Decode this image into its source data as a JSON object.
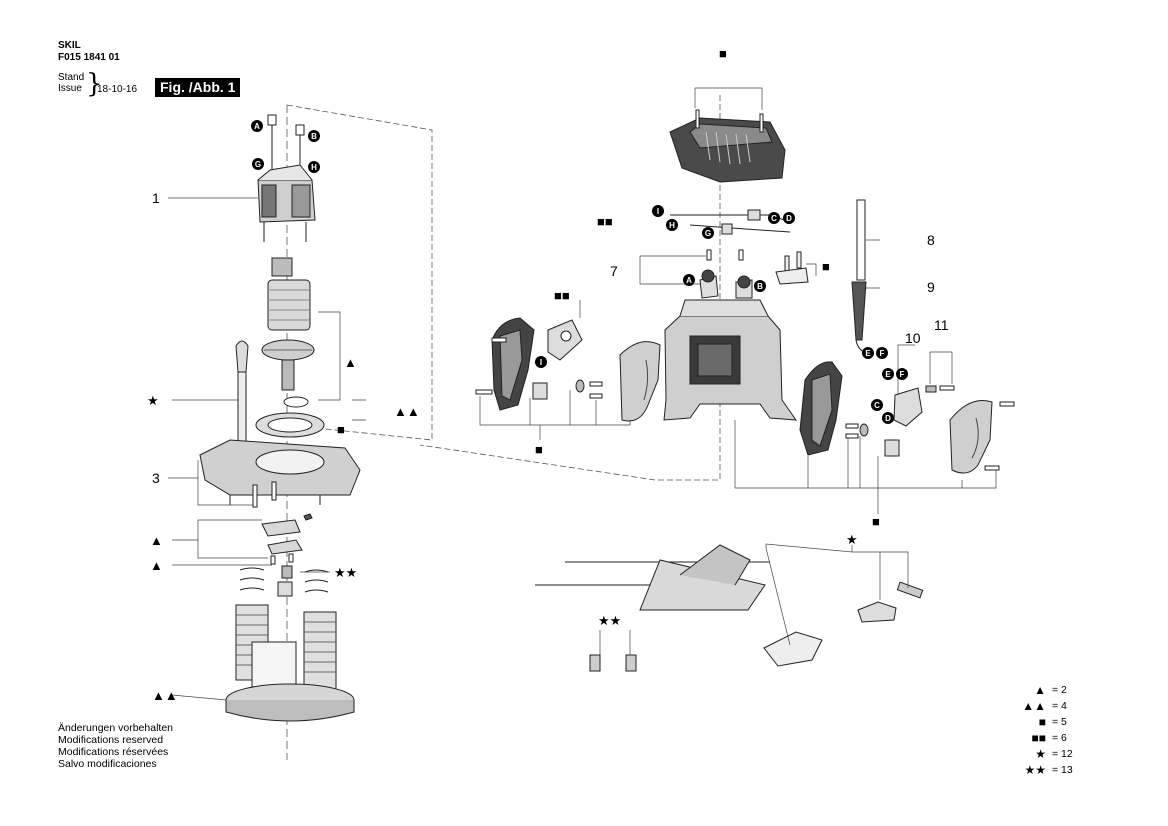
{
  "header": {
    "brand": "SKIL",
    "part_number": "F015 1841 01",
    "stand_label": "Stand",
    "issue_label": "Issue",
    "date": "18-10-16",
    "figure_label": "Fig. /Abb. 1"
  },
  "notes": [
    "Änderungen vorbehalten",
    "Modifications reserved",
    "Modifications réservées",
    "Salvo modificaciones"
  ],
  "callouts": {
    "n1": "1",
    "n3": "3",
    "n7": "7",
    "n8": "8",
    "n9": "9",
    "n10": "10",
    "n11": "11"
  },
  "symbols": {
    "tri": "▲",
    "tri2": "▲▲",
    "sq": "■",
    "sq2": "■■",
    "star": "★",
    "star2": "★★"
  },
  "letters": [
    "A",
    "B",
    "C",
    "D",
    "E",
    "F",
    "G",
    "H",
    "I"
  ],
  "legend": [
    {
      "symbol": "▲",
      "text": "=  2"
    },
    {
      "symbol": "▲▲",
      "text": "=  4"
    },
    {
      "symbol": "■",
      "text": "=  5"
    },
    {
      "symbol": "■■",
      "text": "=  6"
    },
    {
      "symbol": "★",
      "text": "= 12"
    },
    {
      "symbol": "★★",
      "text": "= 13"
    }
  ]
}
